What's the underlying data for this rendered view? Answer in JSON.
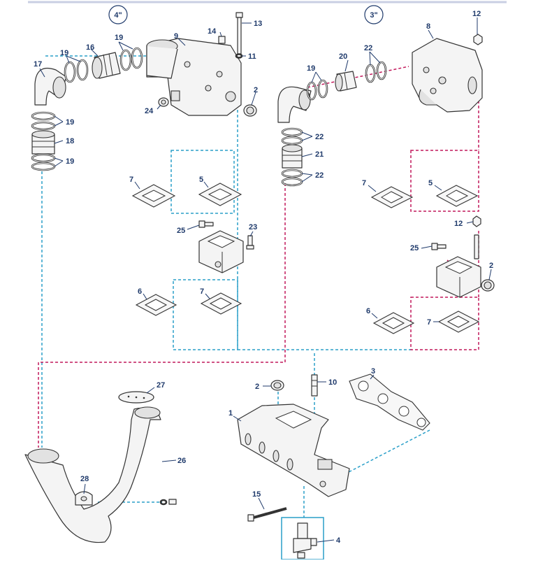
{
  "sizes": {
    "left": "4\"",
    "right": "3\""
  },
  "callouts": {
    "c1": "1",
    "c2a": "2",
    "c2b": "2",
    "c2c": "2",
    "c3": "3",
    "c4": "4",
    "c5a": "5",
    "c5b": "5",
    "c6a": "6",
    "c6b": "6",
    "c7a": "7",
    "c7b": "7",
    "c7c": "7",
    "c7d": "7",
    "c8": "8",
    "c9": "9",
    "c10": "10",
    "c11": "11",
    "c12a": "12",
    "c12b": "12",
    "c13": "13",
    "c14": "14",
    "c15": "15",
    "c16": "16",
    "c17": "17",
    "c18": "18",
    "c19a": "19",
    "c19b": "19",
    "c19c": "19",
    "c19d": "19",
    "c19e": "19",
    "c20": "20",
    "c21": "21",
    "c22a": "22",
    "c22b": "22",
    "c22c": "22",
    "c23": "23",
    "c24": "24",
    "c25a": "25",
    "c25b": "25",
    "c26": "26",
    "c27": "27",
    "c28": "28"
  },
  "colors": {
    "blue_route": "#2a9fc9",
    "pink_route": "#c2185b",
    "callout_text": "#1f3a6b"
  }
}
